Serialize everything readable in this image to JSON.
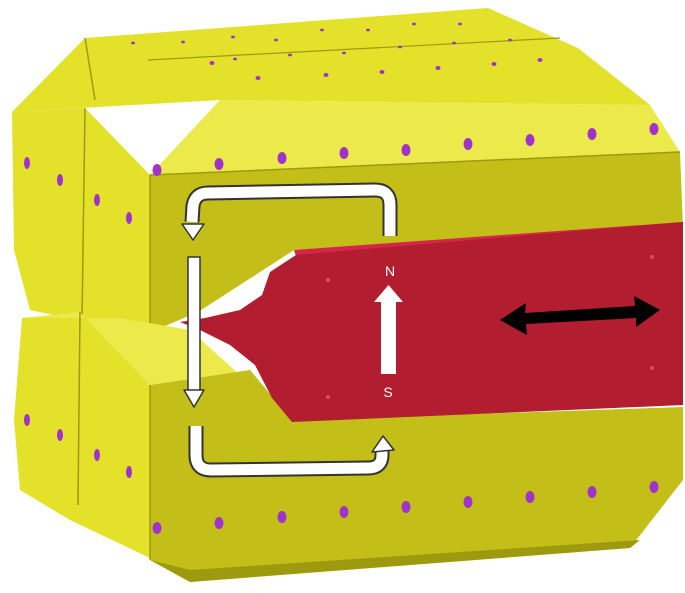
{
  "labels": {
    "north": "N",
    "south": "S"
  },
  "colors": {
    "background": "#ffffff",
    "yoke_top": "#e3e12a",
    "yoke_front": "#c3be18",
    "yoke_bottom_shade": "#9e9a0f",
    "yoke_light": "#ecea4a",
    "mover": "#b21d30",
    "mover_top": "#d3264a",
    "dot": "#a033cc",
    "flux_arrow": "#ffffff",
    "motion_arrow": "#000000"
  },
  "icons": {
    "flux": "flux-path-arrows",
    "magnetization": "up-arrow-icon",
    "motion": "double-headed-arrow-icon"
  }
}
